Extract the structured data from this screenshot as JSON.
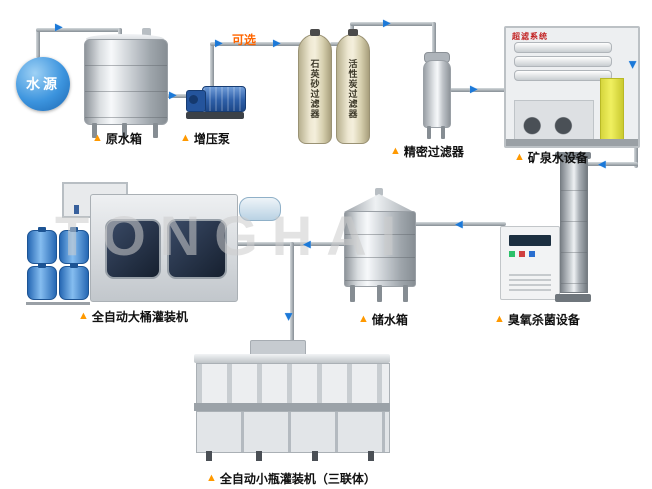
{
  "watermark": "TONGHAI",
  "icons": {
    "arrow": "▶",
    "marker": "▲"
  },
  "colors": {
    "arrow": "#1c79d8",
    "marker": "#ff9900",
    "optional": "#ff6600",
    "watermark": "#cdcdcd"
  },
  "source": {
    "label": "水源"
  },
  "optional_label": "可选",
  "equipment": {
    "raw_tank": {
      "label": "原水箱"
    },
    "pump": {
      "label": "增压泵"
    },
    "quartz_filter": {
      "label": "石英砂过滤器"
    },
    "carbon_filter": {
      "label": "活性炭过滤器"
    },
    "precision_filter": {
      "label": "精密过滤器"
    },
    "mineral_system": {
      "label": "矿泉水设备",
      "panel_text": "超滤系统"
    },
    "ozone": {
      "label": "臭氧杀菌设备"
    },
    "storage_tank": {
      "label": "储水箱"
    },
    "barrel_filler": {
      "label": "全自动大桶灌装机"
    },
    "bottle_filler": {
      "label": "全自动小瓶灌装机（三联体）"
    }
  }
}
